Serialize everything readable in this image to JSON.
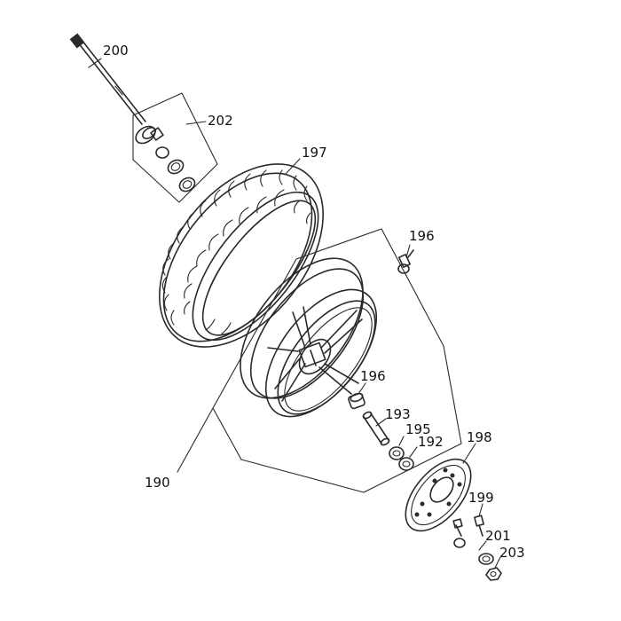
{
  "callouts": {
    "c190": "190",
    "c192": "192",
    "c193": "193",
    "c195": "195",
    "c196_top": "196",
    "c196_mid": "196",
    "c197": "197",
    "c198": "198",
    "c199": "199",
    "c200": "200",
    "c201": "201",
    "c202": "202",
    "c203": "203"
  },
  "line_color": "#2a2a2a",
  "background": "#ffffff"
}
